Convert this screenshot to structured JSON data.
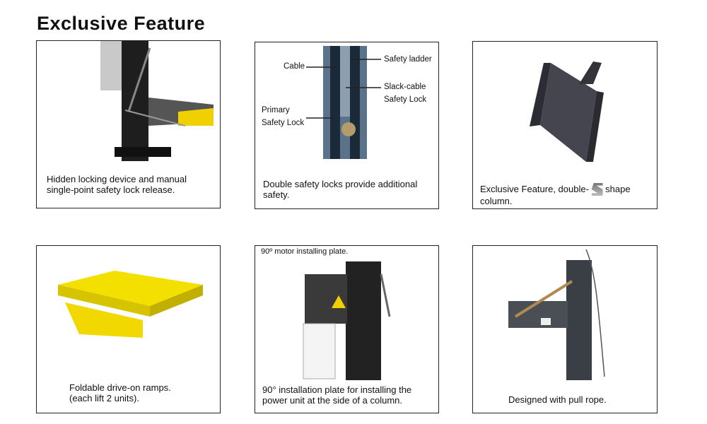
{
  "title": "Exclusive Feature",
  "panels": [
    {
      "caption": "Hidden locking device and manual single-point safety lock release."
    },
    {
      "caption": "Double safety locks provide additional safety.",
      "labels": {
        "cable": "Cable",
        "safety_ladder": "Safety ladder",
        "slack_cable_1": "Slack-cable",
        "slack_cable_2": "Safety Lock",
        "primary_1": "Primary",
        "primary_2": "Safety Lock"
      }
    },
    {
      "caption_before": "Exclusive Feature, double-",
      "caption_after": "shape",
      "caption_end": "column."
    },
    {
      "caption_line1": "Foldable drive-on ramps.",
      "caption_line2": "(each lift 2 units)."
    },
    {
      "top_label": "90º motor installing plate.",
      "caption": "90° installation plate for installing the power unit at the side of a column."
    },
    {
      "caption": "Designed with pull rope."
    }
  ]
}
